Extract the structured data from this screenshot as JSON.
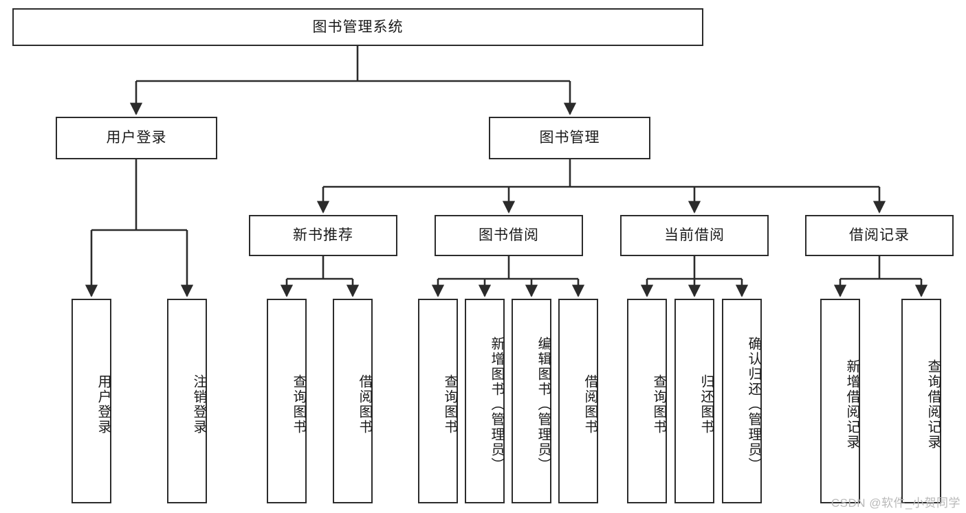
{
  "diagram": {
    "title": "图书管理系统",
    "watermark": "CSDN @软件_小贺同学",
    "stroke_color": "#2b2b2b",
    "fill_color": "#ffffff",
    "text_color": "#1a1a1a",
    "watermark_color": "#b9b9b9",
    "type": "tree",
    "root": {
      "label": "图书管理系统"
    },
    "level2": [
      {
        "label": "用户登录"
      },
      {
        "label": "图书管理"
      }
    ],
    "level3": [
      {
        "label": "新书推荐"
      },
      {
        "label": "图书借阅"
      },
      {
        "label": "当前借阅"
      },
      {
        "label": "借阅记录"
      }
    ],
    "leaves": {
      "user_login": [
        {
          "label": "用户登录"
        },
        {
          "label": "注销登录"
        }
      ],
      "new_book": [
        {
          "label": "查询图书"
        },
        {
          "label": "借阅图书"
        }
      ],
      "book_borrow": [
        {
          "label": "查询图书"
        },
        {
          "label": "新增图书（管理员）"
        },
        {
          "label": "编辑图书（管理员）"
        },
        {
          "label": "借阅图书"
        }
      ],
      "current_borrow": [
        {
          "label": "查询图书"
        },
        {
          "label": "归还图书"
        },
        {
          "label": "确认归还（管理员）"
        }
      ],
      "borrow_record": [
        {
          "label": "新增借阅记录"
        },
        {
          "label": "查询借阅记录"
        }
      ]
    }
  }
}
